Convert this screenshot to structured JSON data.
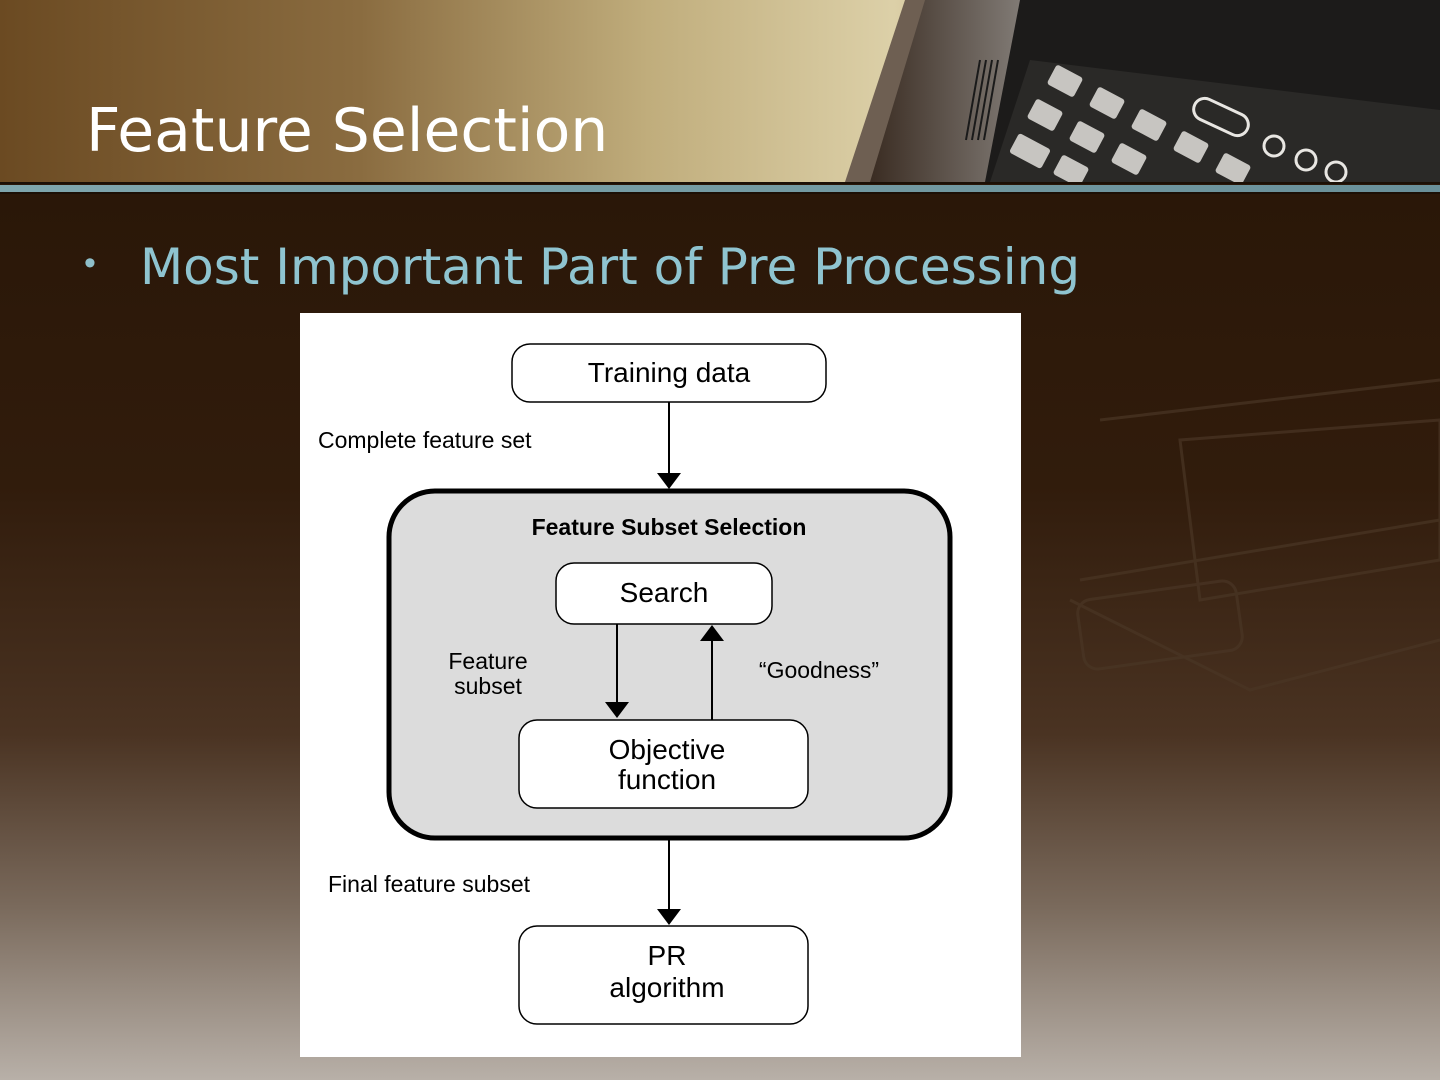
{
  "slide": {
    "title": "Feature Selection",
    "bullet": "Most Important Part of Pre Processing"
  },
  "diagram": {
    "training_data": "Training data",
    "complete_feature_set": "Complete feature set",
    "subset_selection_title": "Feature Subset Selection",
    "search": "Search",
    "feature_subset_line1": "Feature",
    "feature_subset_line2": "subset",
    "goodness": "“Goodness”",
    "objective_line1": "Objective",
    "objective_line2": "function",
    "final_feature_subset": "Final feature subset",
    "pr_line1": "PR",
    "pr_line2": "algorithm"
  },
  "colors": {
    "accent_rule": "#7fa6ad",
    "bullet_text": "#8fc4d0",
    "title_text": "#ffffff"
  }
}
